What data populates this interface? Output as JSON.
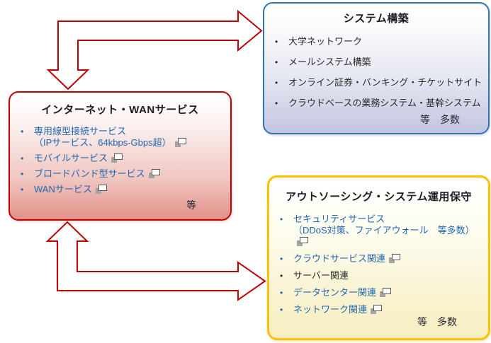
{
  "colors": {
    "arrow_red": "#C00000",
    "blue_border": "#2E74B5",
    "blue_fill_bottom": "#C2C6E0",
    "red_border": "#C00000",
    "red_fill_bottom": "#E2918A",
    "yellow_border": "#FFC000",
    "yellow_fill_bottom": "#F7EFC0",
    "link_text": "#2166AE",
    "dark_text": "#2B2B2B"
  },
  "boxes": {
    "system_build": {
      "title": "システム構築",
      "items": [
        {
          "text": "大学ネットワーク",
          "link": false,
          "icon": false
        },
        {
          "text": "メールシステム構築",
          "link": false,
          "icon": false
        },
        {
          "text": "オンライン証券・バンキング・チケットサイト",
          "link": false,
          "icon": false
        },
        {
          "text": "クラウドベースの業務システム・基幹システム",
          "link": false,
          "icon": false
        }
      ],
      "etc": "等　多数"
    },
    "internet_wan": {
      "title": "インターネット・WANサービス",
      "items": [
        {
          "text": "専用線型接続サービス",
          "text2": "（IPサービス、64kbps-Gbps超）",
          "link": true,
          "icon": true
        },
        {
          "text": "モバイルサービス",
          "link": true,
          "icon": true
        },
        {
          "text": "ブロードバンド型サービス",
          "link": true,
          "icon": true
        },
        {
          "text": "WANサービス",
          "link": true,
          "icon": true
        }
      ],
      "etc": "等"
    },
    "outsourcing": {
      "title": "アウトソーシング・システム運用保守",
      "items": [
        {
          "text": "セキュリティサービス",
          "text2": "（DDoS対策、ファイアウォール　等多数）",
          "link": true,
          "icon": true
        },
        {
          "text": "クラウドサービス関連",
          "link": true,
          "icon": true
        },
        {
          "text": "サーバー関連",
          "link": false,
          "icon": false
        },
        {
          "text": "データセンター関連",
          "link": true,
          "icon": true
        },
        {
          "text": "ネットワーク関連",
          "link": true,
          "icon": true
        }
      ],
      "etc": "等　多数"
    }
  }
}
